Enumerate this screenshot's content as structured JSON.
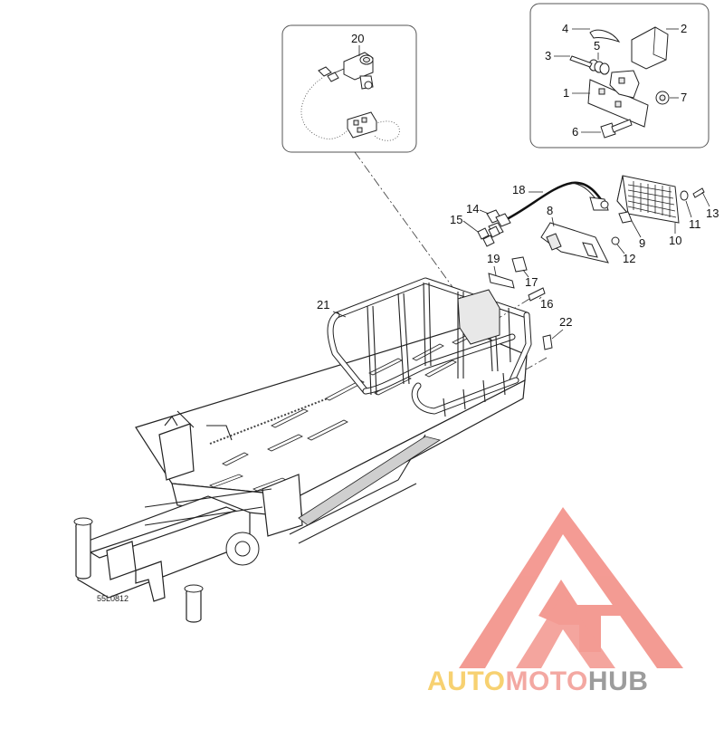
{
  "figure_code": "55L0812",
  "callouts": [
    "1",
    "2",
    "3",
    "4",
    "5",
    "6",
    "7",
    "8",
    "9",
    "10",
    "11",
    "12",
    "13",
    "14",
    "15",
    "16",
    "17",
    "18",
    "19",
    "20",
    "21",
    "22"
  ],
  "watermark": {
    "part_auto": "AUTO",
    "part_moto": "MOTO",
    "part_hub": "HUB",
    "color_auto": "#f5c242",
    "color_moto": "#f08c84",
    "color_hub": "#7b7b7b",
    "emblem_color": "#f07a70"
  }
}
